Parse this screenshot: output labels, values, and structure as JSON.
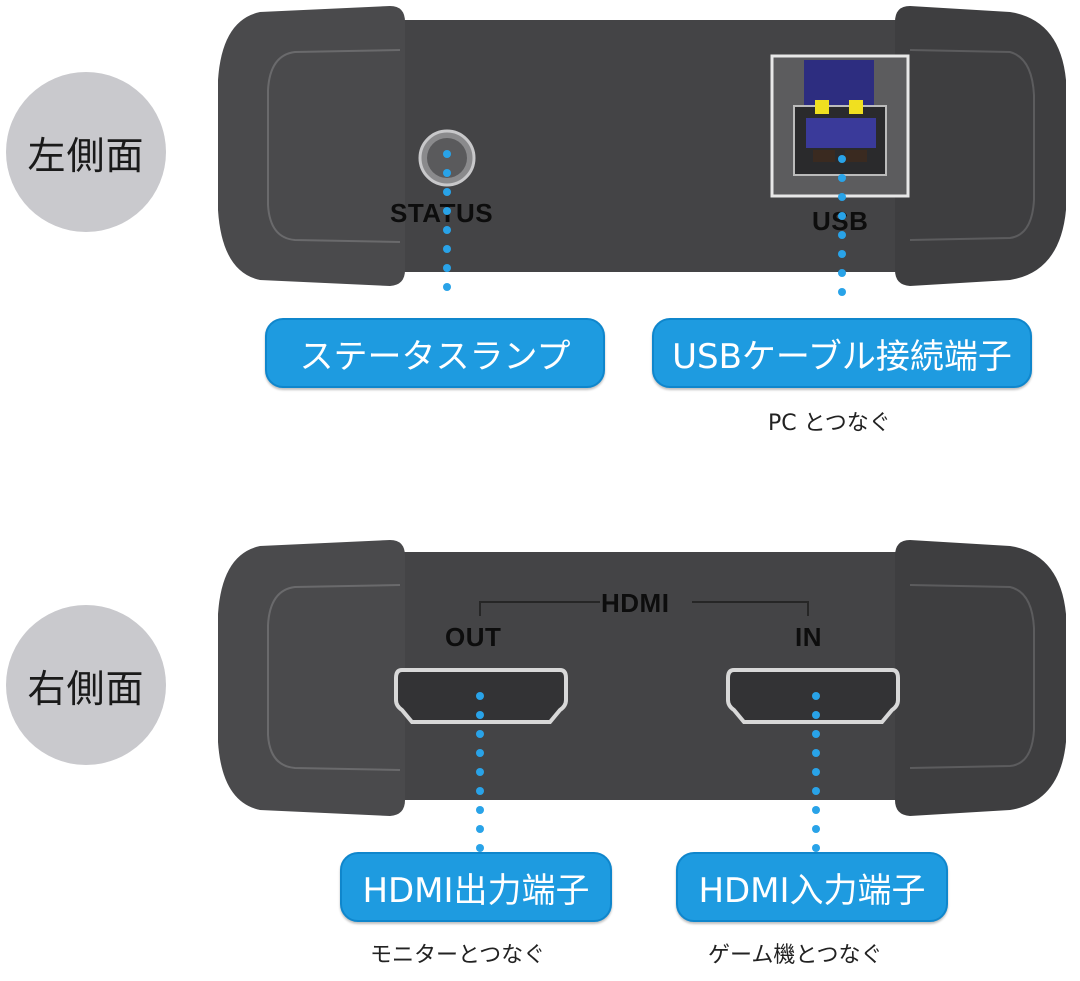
{
  "colors": {
    "device_body": "#444446",
    "device_end_cap": "#4a4a4c",
    "callout_bg": "#1e9be0",
    "dot_color": "#29a3e8",
    "side_circle_bg": "#c9c9cd",
    "usb_blue": "#3a3a9a",
    "usb_pin_yellow": "#f0e020"
  },
  "left_side": {
    "badge": "左側面",
    "ports": {
      "status_label": "STATUS",
      "usb_label": "USB"
    },
    "callouts": [
      {
        "label": "ステータスランプ",
        "caption": ""
      },
      {
        "label": "USBケーブル接続端子",
        "caption": "PC とつなぐ"
      }
    ]
  },
  "right_side": {
    "badge": "右側面",
    "ports": {
      "group_label": "HDMI",
      "out_label": "OUT",
      "in_label": "IN"
    },
    "callouts": [
      {
        "label": "HDMI出力端子",
        "caption": "モニターとつなぐ"
      },
      {
        "label": "HDMI入力端子",
        "caption": "ゲーム機とつなぐ"
      }
    ]
  }
}
